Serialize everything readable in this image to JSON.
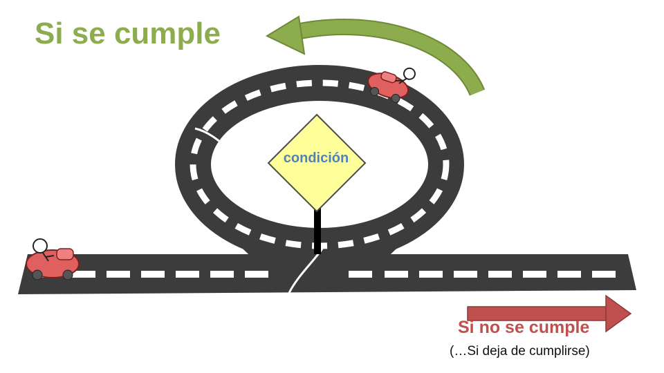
{
  "texts": {
    "yes_label": "Si se cumple",
    "condition_label": "condición",
    "no_label": "Si no se cumple",
    "no_sublabel": "(…Si deja de cumplirse)"
  },
  "colors": {
    "yes_green": "#8cac4e",
    "no_red": "#c0504d",
    "sign_fill": "#ffff99",
    "sign_text": "#4f81bd",
    "road": "#3c3c3c",
    "car": "#e06060"
  },
  "icons": {
    "top_car": "car-with-driver-icon",
    "left_car": "car-with-driver-icon"
  }
}
